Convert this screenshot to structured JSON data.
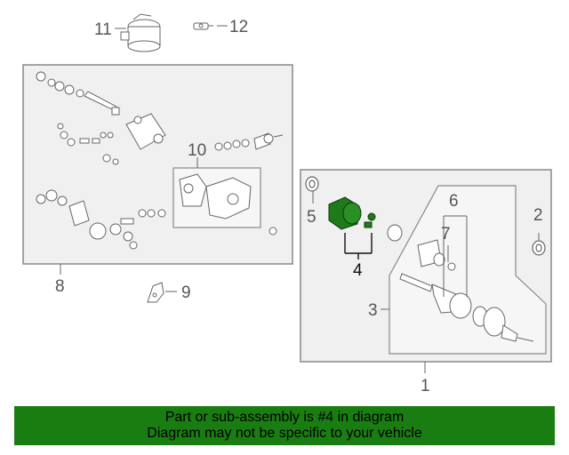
{
  "callouts": {
    "c1": "1",
    "c2": "2",
    "c3": "3",
    "c4": "4",
    "c5": "5",
    "c6": "6",
    "c7": "7",
    "c8": "8",
    "c9": "9",
    "c10": "10",
    "c11": "11",
    "c12": "12"
  },
  "highlight_color": "#1f7a1a",
  "banner": {
    "line1": "Part or sub-assembly is #4 in diagram",
    "line2": "Diagram may not be specific to your vehicle",
    "background": "#1a7d12"
  }
}
